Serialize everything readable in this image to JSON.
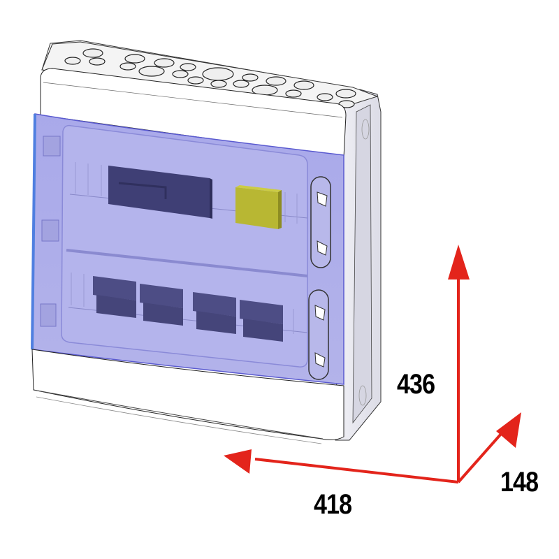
{
  "product": {
    "name": "electrical-distribution-enclosure",
    "door": "transparent-blue",
    "top_knockouts": 24,
    "breaker_rows": 2,
    "upper_row_modules": [
      {
        "type": "wide-module",
        "color": "#3f3f75"
      },
      {
        "type": "indicator-block",
        "color": "#b8b733"
      }
    ],
    "lower_row_modules": [
      {
        "type": "breaker",
        "color": "#4d4d85"
      },
      {
        "type": "breaker",
        "color": "#4d4d85"
      },
      {
        "type": "breaker",
        "color": "#4d4d85"
      },
      {
        "type": "breaker",
        "color": "#4d4d85"
      }
    ],
    "door_latches": 2
  },
  "dimensions": {
    "height": "436",
    "width": "418",
    "depth": "148",
    "arrow_color": "#e3241b"
  },
  "colors": {
    "door_tint": "#aeaee8",
    "door_edge": "#6e6ed8",
    "body": "#ffffff",
    "side": "#e6e6ee",
    "outline": "#222222"
  }
}
